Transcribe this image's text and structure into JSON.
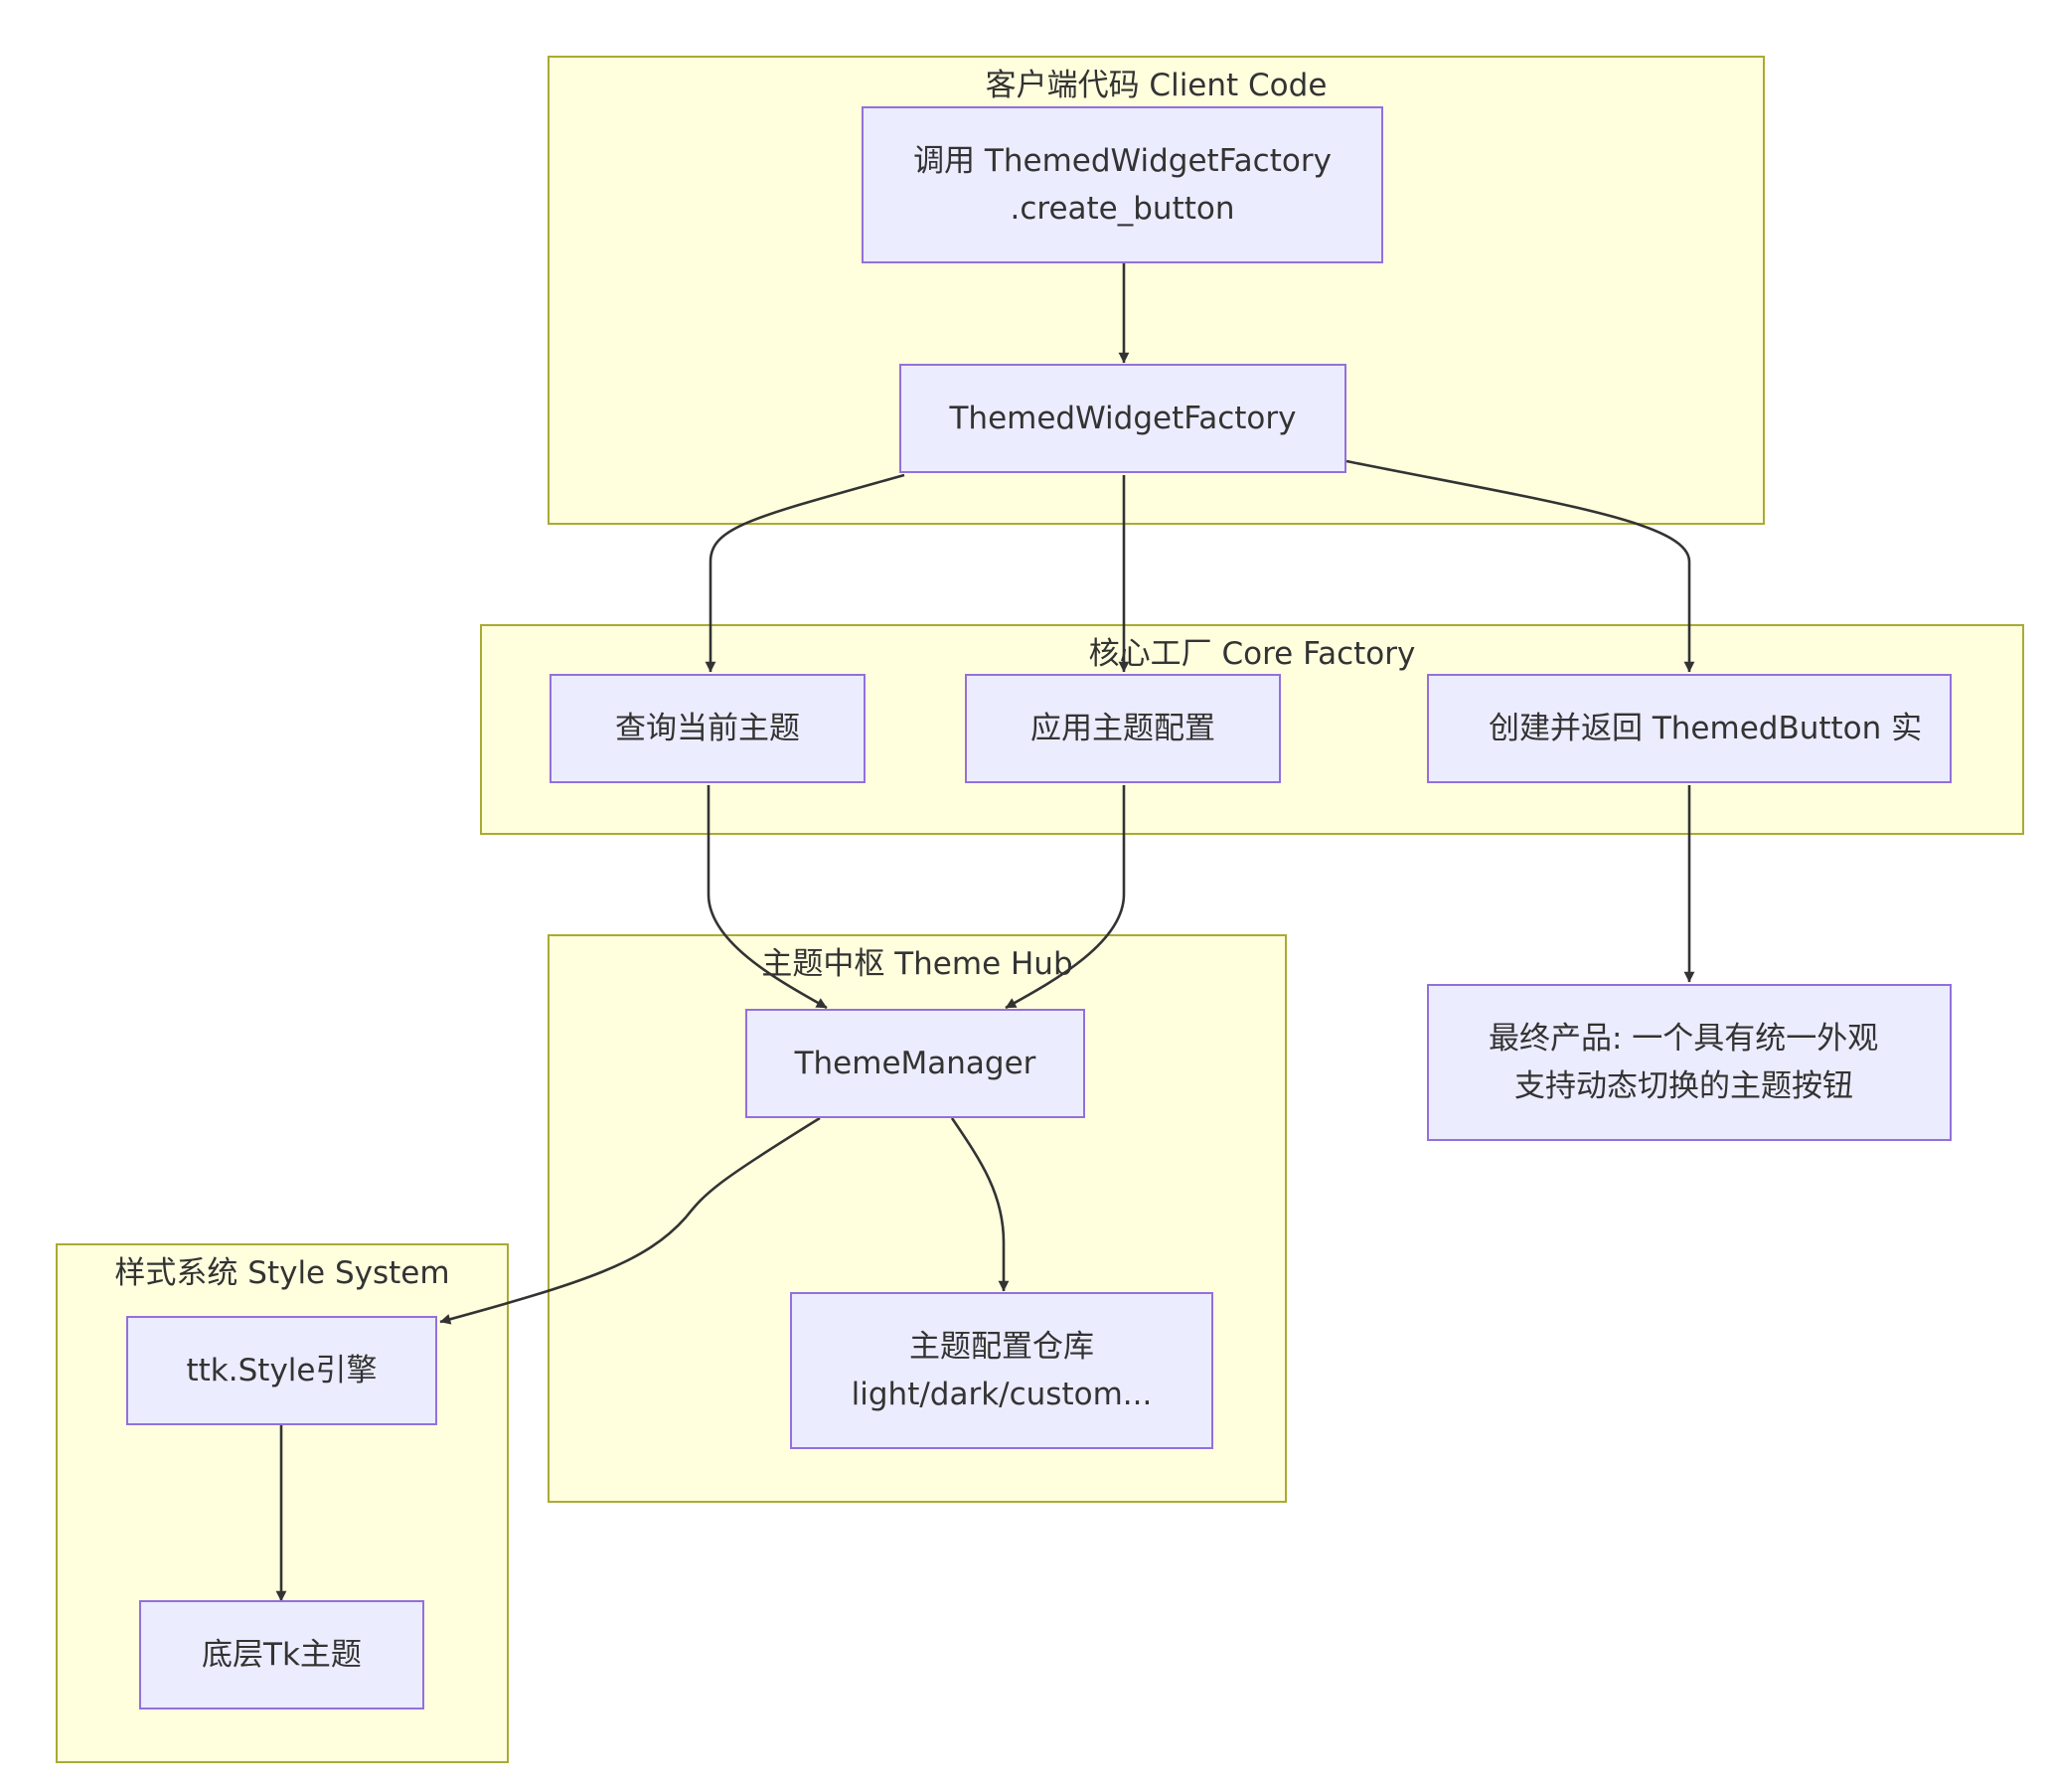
{
  "groups": {
    "client": {
      "title": "客户端代码 Client Code"
    },
    "core": {
      "title": "核心工厂 Core Factory"
    },
    "hub": {
      "title": "主题中枢 Theme Hub"
    },
    "style": {
      "title": "样式系统 Style System"
    }
  },
  "nodes": {
    "call_factory": {
      "line1": "调用 ThemedWidgetFactory",
      "line2": ".create_button"
    },
    "factory": {
      "text": "ThemedWidgetFactory"
    },
    "query_theme": {
      "text": "查询当前主题"
    },
    "apply_theme": {
      "text": "应用主题配置"
    },
    "create_button": {
      "text": "创建并返回 ThemedButton 实"
    },
    "final_product": {
      "line1": "最终产品: 一个具有统一外观",
      "line2": "支持动态切换的主题按钮"
    },
    "theme_manager": {
      "text": "ThemeManager"
    },
    "theme_repo": {
      "line1": "主题配置仓库",
      "line2": "light/dark/custom..."
    },
    "ttk_style": {
      "text": "ttk.Style引擎"
    },
    "tk_theme": {
      "text": "底层Tk主题"
    }
  },
  "colors": {
    "group_fill": "#ffffde",
    "group_border": "#aaaa33",
    "node_fill": "#ececff",
    "node_border": "#9370db",
    "edge": "#333333",
    "text": "#333333"
  }
}
